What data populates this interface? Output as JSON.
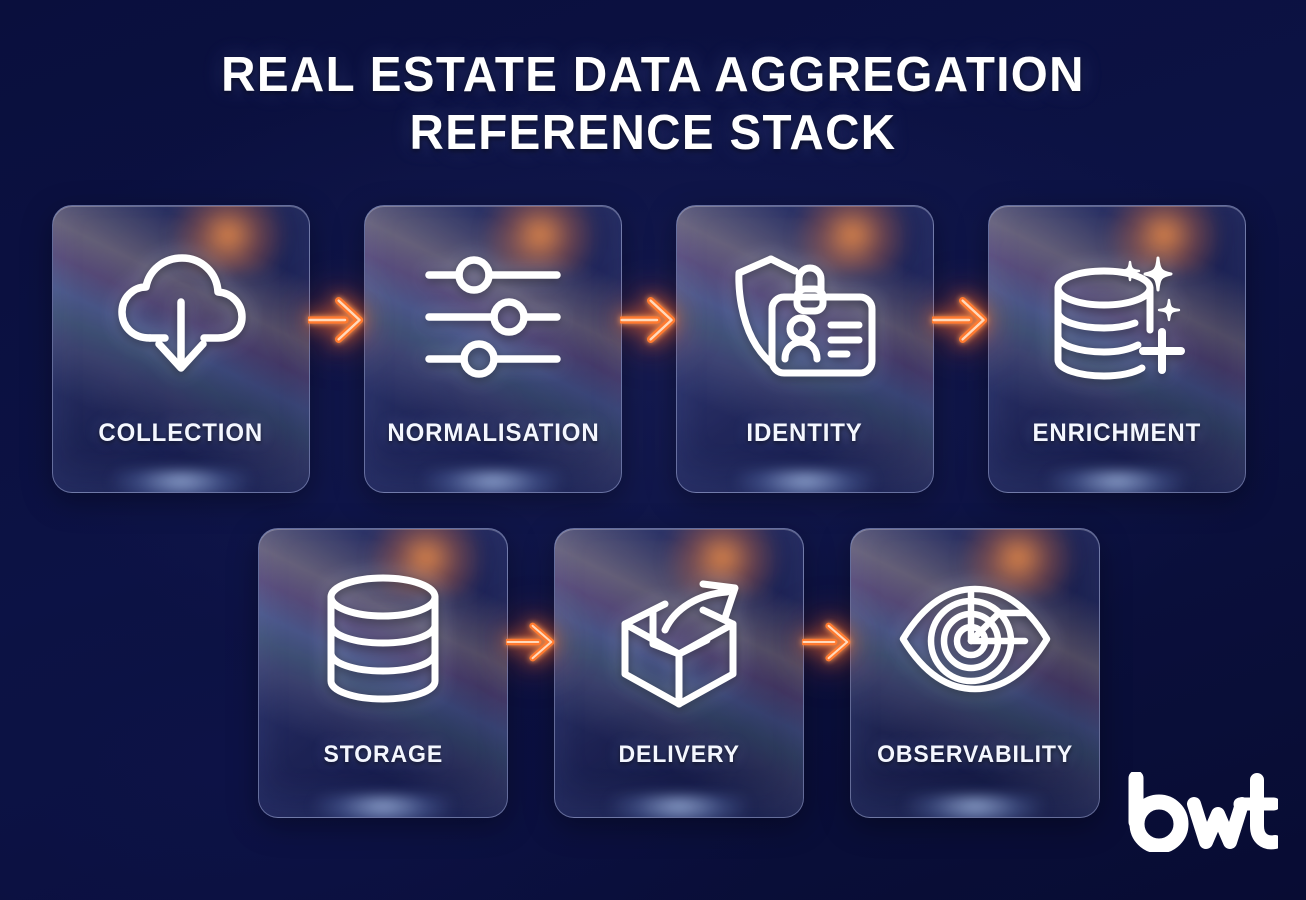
{
  "title": {
    "line1": "REAL ESTATE DATA AGGREGATION",
    "line2": "REFERENCE STACK"
  },
  "colors": {
    "background": "#0a0f3d",
    "background_deep": "#080c33",
    "card_glass": "#2a3054",
    "card_border": "#c8d4ff",
    "arrow_neon": "#ff6a22",
    "arrow_neon_core": "#ffd2ab",
    "text": "#ffffff",
    "glow_warm": "#ff9646",
    "glow_cool": "#bed7ff"
  },
  "rows": [
    {
      "name": "top-row",
      "stages": [
        {
          "label": "COLLECTION",
          "icon": "cloud-download-icon"
        },
        {
          "label": "NORMALISATION",
          "icon": "sliders-icon"
        },
        {
          "label": "IDENTITY",
          "icon": "shield-id-badge-icon"
        },
        {
          "label": "ENRICHMENT",
          "icon": "database-sparkle-plus-icon"
        }
      ],
      "connectors": [
        "arrow-right-icon",
        "arrow-right-icon",
        "arrow-right-icon"
      ]
    },
    {
      "name": "bottom-row",
      "stages": [
        {
          "label": "STORAGE",
          "icon": "database-icon"
        },
        {
          "label": "DELIVERY",
          "icon": "box-arrow-out-icon"
        },
        {
          "label": "OBSERVABILITY",
          "icon": "eye-target-icon"
        }
      ],
      "connectors": [
        "arrow-right-icon",
        "arrow-right-icon"
      ]
    }
  ],
  "logo": {
    "text": "bwt",
    "name": "bwt-logo"
  }
}
